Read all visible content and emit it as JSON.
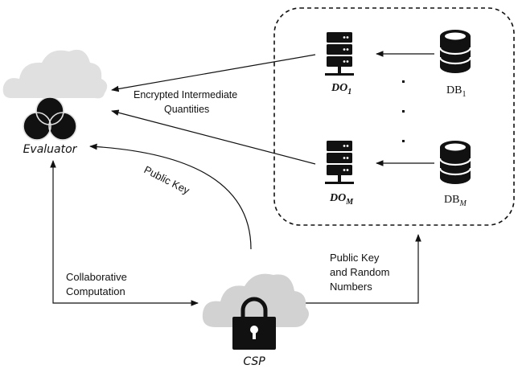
{
  "evaluator": {
    "label": "Evaluator",
    "icon": "venn-cloud-icon"
  },
  "csp": {
    "label": "CSP",
    "icon": "lock-cloud-icon"
  },
  "data_owners": [
    {
      "label": "DO",
      "subscript": "1",
      "icon": "server-icon"
    },
    {
      "label": "DO",
      "subscript": "M",
      "icon": "server-icon"
    }
  ],
  "databases": [
    {
      "label": "DB",
      "subscript": "1",
      "icon": "database-icon"
    },
    {
      "label": "DB",
      "subscript": "M",
      "icon": "database-icon"
    }
  ],
  "edges": {
    "encrypted": {
      "line1": "Encrypted Intermediate",
      "line2": "Quantities"
    },
    "public_key": "Public Key",
    "collab": {
      "line1": "Collaborative",
      "line2": "Computation"
    },
    "pk_random": {
      "line1": "Public Key",
      "line2": "and Random",
      "line3": "Numbers"
    }
  },
  "colors": {
    "cloud": "#d6d6d6",
    "cloud_light": "#e6e6e6",
    "ink": "#111111"
  }
}
